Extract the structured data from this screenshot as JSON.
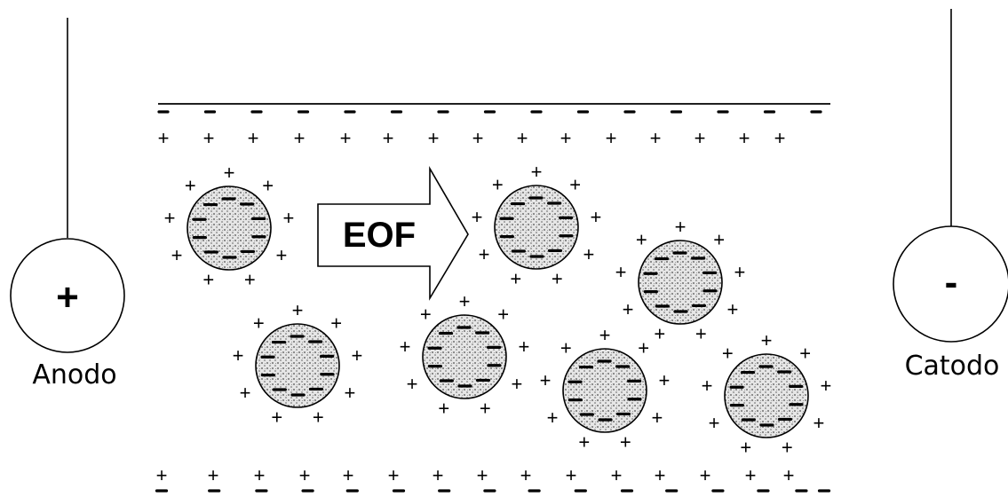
{
  "anode": {
    "sign": "+",
    "label": "Anodo"
  },
  "cathode": {
    "sign": "-",
    "label": "Catodo"
  },
  "flow_arrow": {
    "label": "EOF"
  },
  "wall_charges": {
    "negative": "-",
    "positive": "+"
  },
  "particle_charges": {
    "surface": "-",
    "counter_ion": "+"
  },
  "colors": {
    "line": "#000000",
    "particle_fill": "#d4d4d4",
    "arrow_fill": "#ffffff"
  }
}
